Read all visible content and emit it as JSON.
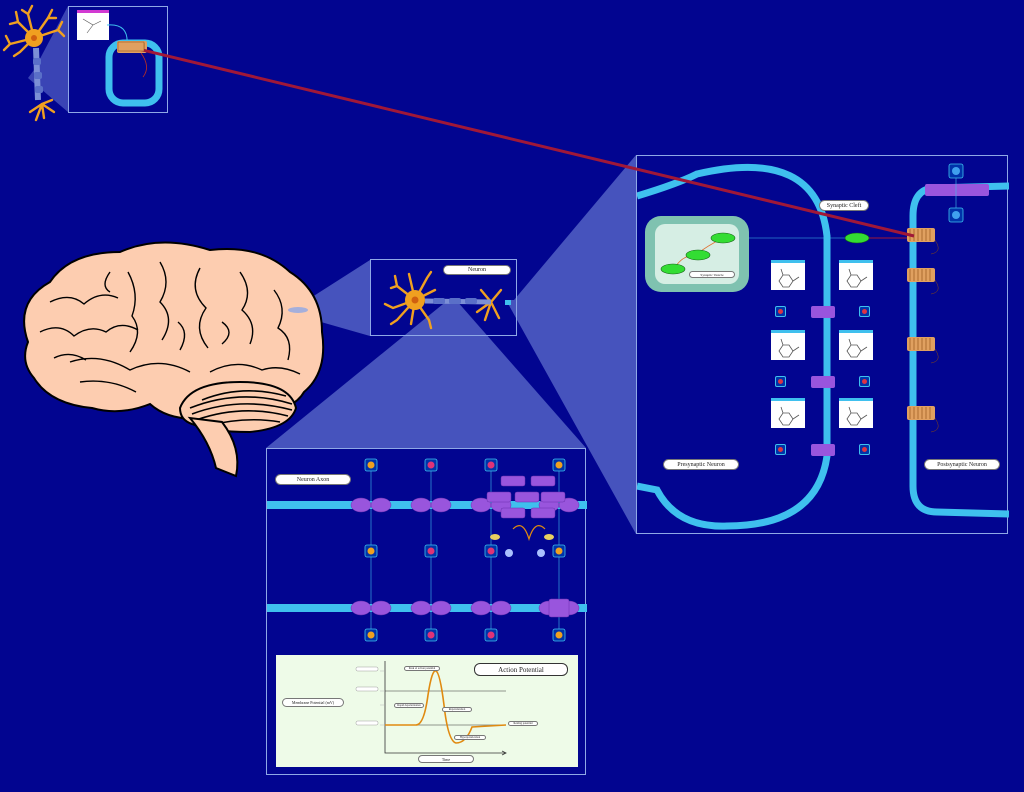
{
  "labels": {
    "neuron": "Neuron",
    "synaptic_cleft": "Synaptic Cleft",
    "synaptic_vesicle": "Synaptic Vesicle",
    "presynaptic_neuron": "Presynaptic Neuron",
    "postsynaptic_neuron": "Postsynaptic Neuron",
    "neuron_axon": "Neuron Axon"
  },
  "action_potential": {
    "title": "Action Potential",
    "ylabel": "Membrane Potential (mV)",
    "xlabel": "Time",
    "annotations": [
      "Peak of action potential",
      "Rapid depolarization",
      "Repolarization",
      "Hyperpolarization",
      "Resting potential"
    ]
  },
  "colors": {
    "background": "#020590",
    "membrane": "#3fc0ee",
    "brain": "#fdcdb0",
    "neuron": "#f0a020",
    "protein": "#9955dd",
    "vesicle_outer": "#7fc2b0",
    "vesicle_inner": "#d6eee4",
    "neurotransmitter": "#33dd33",
    "receptor": "#e0a060",
    "zoom_highlight": "#8b9fe8",
    "zoom_line": "#a01838",
    "chart_background": "#eefbe8"
  }
}
